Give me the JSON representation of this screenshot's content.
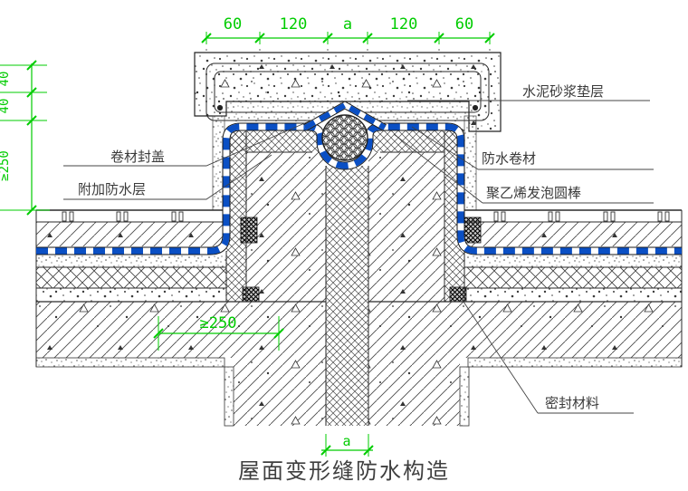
{
  "title": "屋面变形缝防水构造",
  "dims": {
    "top": [
      "60",
      "120",
      "a",
      "120",
      "60"
    ],
    "left": [
      "40",
      "40",
      "≥250"
    ],
    "mid": "≥250",
    "bottom": "a"
  },
  "labels": {
    "cover": "卷材封盖",
    "additional": "附加防水层",
    "cement": "水泥砂浆垫层",
    "membrane": "防水卷材",
    "foam_rod": "聚乙烯发泡圆棒",
    "sealant": "密封材料"
  },
  "colors": {
    "dimension_green": "#00cc00",
    "membrane_blue": "#0a4fc4",
    "line_dark": "#2a2a2a"
  }
}
